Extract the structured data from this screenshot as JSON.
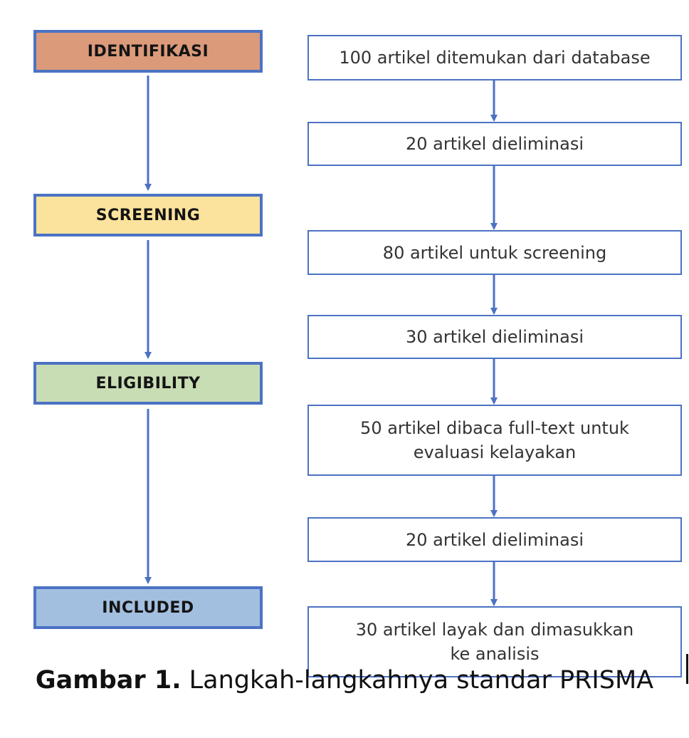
{
  "stages": [
    {
      "label": "IDENTIFIKASI",
      "fill": "#db9a7a"
    },
    {
      "label": "SCREENING",
      "fill": "#fce39d"
    },
    {
      "label": "ELIGIBILITY",
      "fill": "#c9ddb4"
    },
    {
      "label": "INCLUDED",
      "fill": "#a3bfe0"
    }
  ],
  "steps": [
    {
      "text": "100 artikel ditemukan dari database"
    },
    {
      "text": "20 artikel dieliminasi"
    },
    {
      "text": "80 artikel untuk screening"
    },
    {
      "text": "30 artikel dieliminasi"
    },
    {
      "text": "50 artikel dibaca full-text untuk evaluasi kelayakan"
    },
    {
      "text": "20 artikel dieliminasi"
    },
    {
      "text": "30 artikel layak dan dimasukkan ke analisis"
    }
  ],
  "caption": {
    "label": "Gambar 1.",
    "text": " Langkah-langkahnya standar PRISMA"
  },
  "colors": {
    "border": "#4c72c4",
    "arrow": "#4c72c4"
  }
}
